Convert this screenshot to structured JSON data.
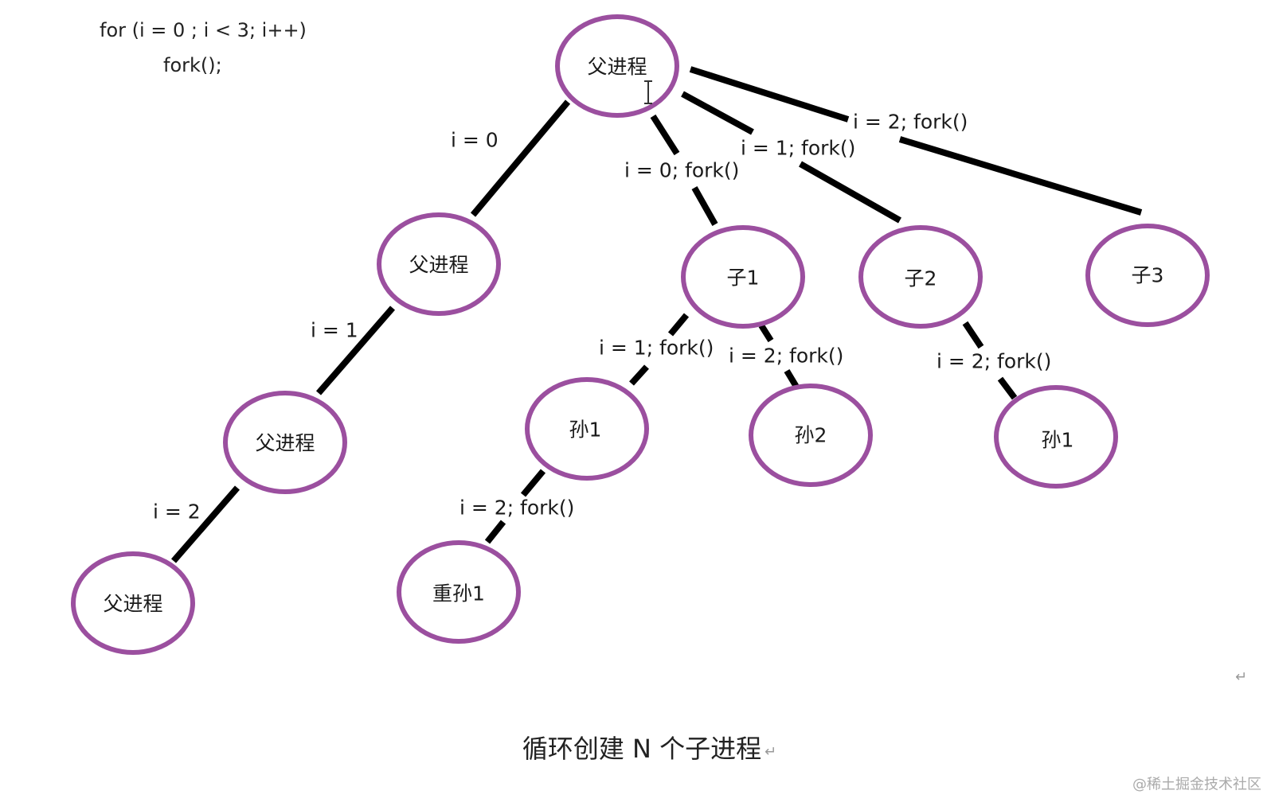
{
  "code": {
    "line1": "for (i = 0 ;  i < 3;  i++)",
    "line2": "fork();"
  },
  "nodes": {
    "root": "父进程",
    "p1": "父进程",
    "p2": "父进程",
    "p3": "父进程",
    "c1": "子1",
    "c2": "子2",
    "c3": "子3",
    "g1": "孙1",
    "g2": "孙2",
    "g3": "孙1",
    "gg1": "重孙1"
  },
  "edge_labels": {
    "root_p1": "i = 0",
    "p1_p2": "i = 1",
    "p2_p3": "i = 2",
    "root_c1": "i = 0; fork()",
    "root_c2": "i = 1; fork()",
    "root_c3": "i = 2; fork()",
    "c1_g1": "i = 1; fork()",
    "c1_g2": "i = 2; fork()",
    "c2_g3": "i = 2; fork()",
    "g1_gg1": "i = 2; fork()"
  },
  "caption": "循环创建 N 个子进程",
  "paragraph_marks": {
    "caption_end": "↵",
    "right_edge": "↵"
  },
  "watermark": "@稀土掘金技术社区",
  "colors": {
    "node_stroke": "#9b4f9f",
    "edge": "#000000"
  }
}
